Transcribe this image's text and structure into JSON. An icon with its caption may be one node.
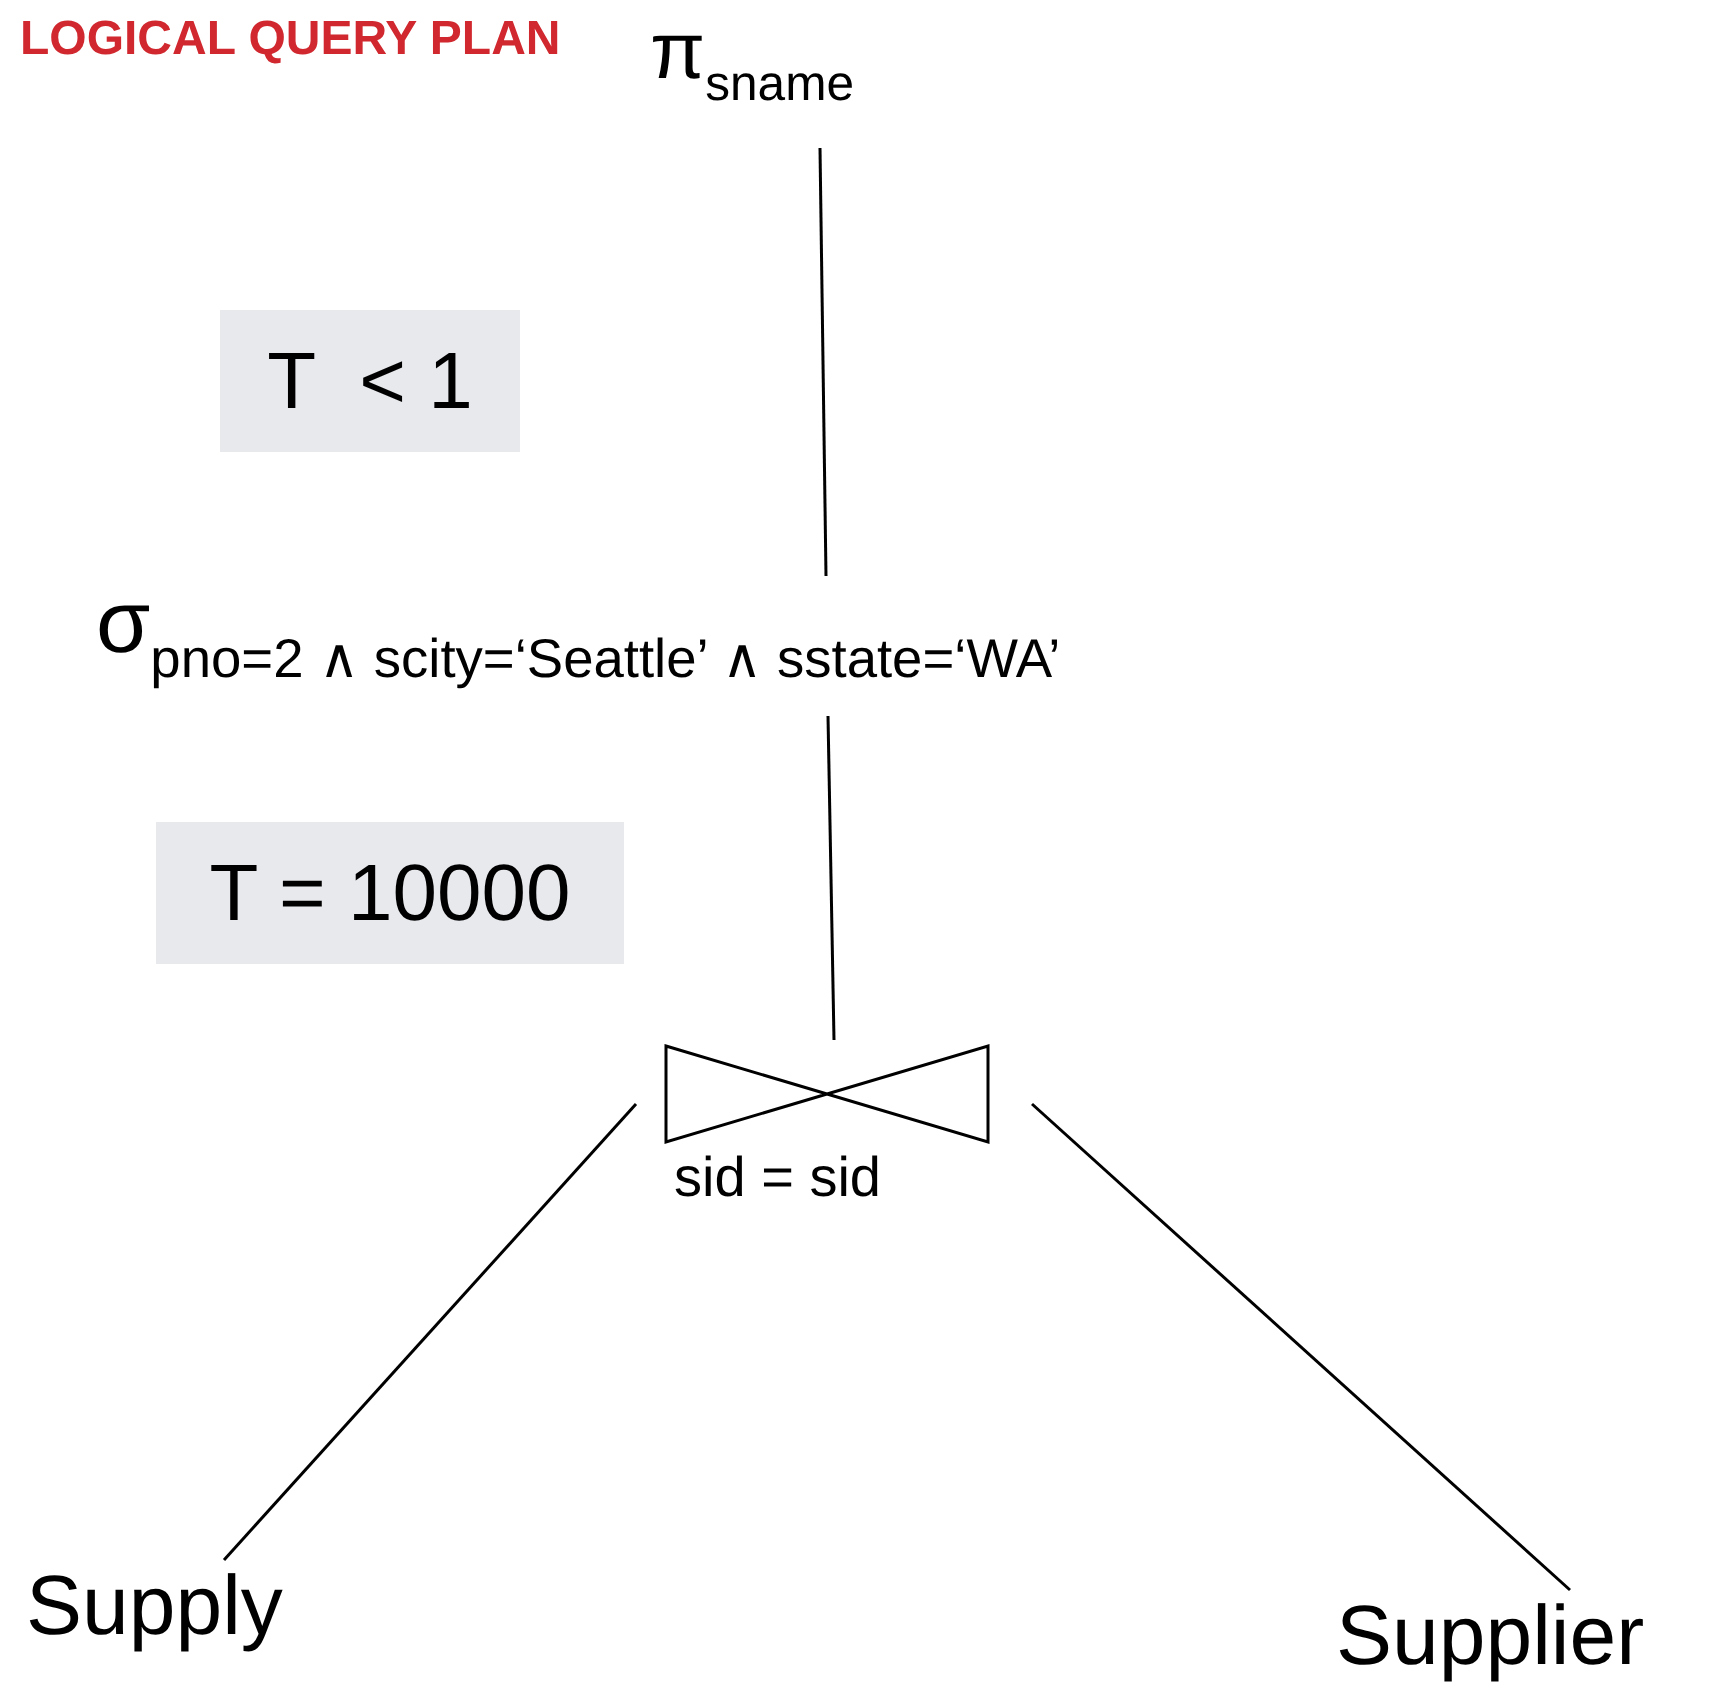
{
  "diagram": {
    "title": "LOGICAL QUERY PLAN",
    "nodes": [
      {
        "text": [
          "π$_{sname}$"
        ]
      },
      {
        "text": [
          "T  < 1"
        ]
      },
      {
        "text": [
          "σ$_{pno=2 ∧ scity=‘Seattle’ ∧ sstate=‘WA’}$"
        ]
      },
      {
        "text": [
          "T = 10000"
        ]
      },
      {
        "text": [
          "sid = sid"
        ]
      },
      {
        "text": [
          "Supply"
        ]
      },
      {
        "text": [
          "Supplier"
        ]
      }
    ],
    "edges": [
      {
        "from": 0,
        "to": 2,
        "arrow": "none"
      },
      {
        "from": 2,
        "to": 4,
        "arrow": "none"
      },
      {
        "from": 4,
        "to": 5,
        "arrow": "none"
      },
      {
        "from": 4,
        "to": 6,
        "arrow": "none"
      }
    ]
  }
}
